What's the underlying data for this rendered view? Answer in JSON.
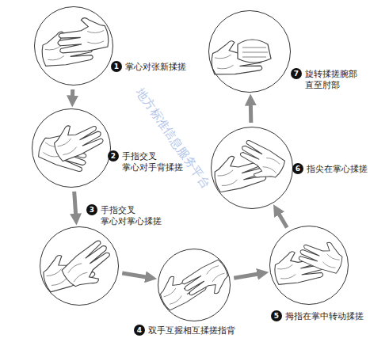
{
  "diagram": {
    "nodes": [
      {
        "text": [
          "掌心对张新揉搓"
        ]
      },
      {
        "text": [
          "手指交叉 掌心对手背揉搓"
        ]
      },
      {
        "text": [
          "手指交叉 掌心对掌心揉搓"
        ]
      },
      {
        "text": [
          "双手互握相互揉搓指背"
        ]
      },
      {
        "text": [
          "拇指在掌中转动揉搓"
        ]
      },
      {
        "text": [
          "指尖在掌心揉搓"
        ]
      },
      {
        "text": [
          "旋转揉搓腕部 直至肘部"
        ]
      }
    ],
    "edges": [
      {
        "from": 0,
        "to": 1,
        "arrow": "to"
      },
      {
        "from": 1,
        "to": 2,
        "arrow": "to"
      },
      {
        "from": 2,
        "to": 3,
        "arrow": "to"
      },
      {
        "from": 3,
        "to": 4,
        "arrow": "to"
      },
      {
        "from": 4,
        "to": 5,
        "arrow": "to"
      },
      {
        "from": 5,
        "to": 6,
        "arrow": "to"
      }
    ],
    "labels": [
      "1",
      "2",
      "3",
      "4",
      "5",
      "6",
      "7",
      "地方标准信息服务平台"
    ]
  }
}
